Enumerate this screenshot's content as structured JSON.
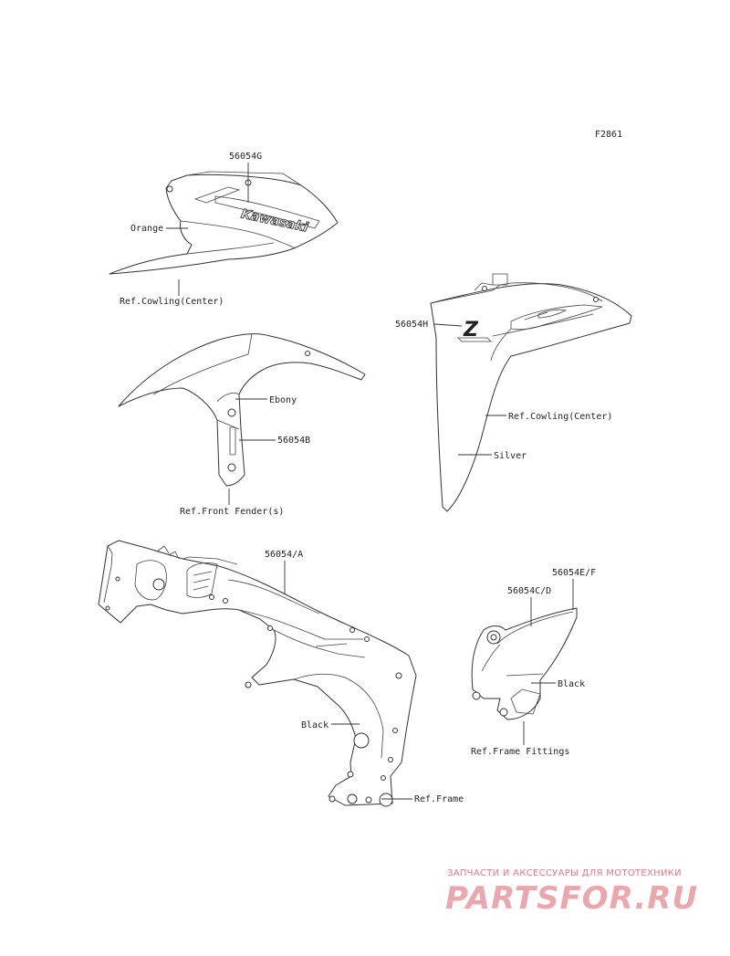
{
  "figure_code": "F2861",
  "decal_text": {
    "brand": "Kawasaki",
    "model_letter": "Z"
  },
  "callouts": {
    "part_56054G": "56054G",
    "orange": "Orange",
    "ref_cowling_center_1": "Ref.Cowling(Center)",
    "part_56054H": "56054H",
    "ref_cowling_center_2": "Ref.Cowling(Center)",
    "silver": "Silver",
    "ebony": "Ebony",
    "part_56054B": "56054B",
    "ref_front_fender": "Ref.Front Fender(s)",
    "part_56054A": "56054/A",
    "black_frame": "Black",
    "ref_frame": "Ref.Frame",
    "part_56054EF": "56054E/F",
    "part_56054CD": "56054C/D",
    "black_fitting": "Black",
    "ref_frame_fittings": "Ref.Frame Fittings"
  },
  "watermark": {
    "subtitle": "ЗАПЧАСТИ И АКСЕССУАРЫ ДЛЯ МОТОТЕХНИКИ",
    "brand": "PARTSFOR.RU"
  }
}
